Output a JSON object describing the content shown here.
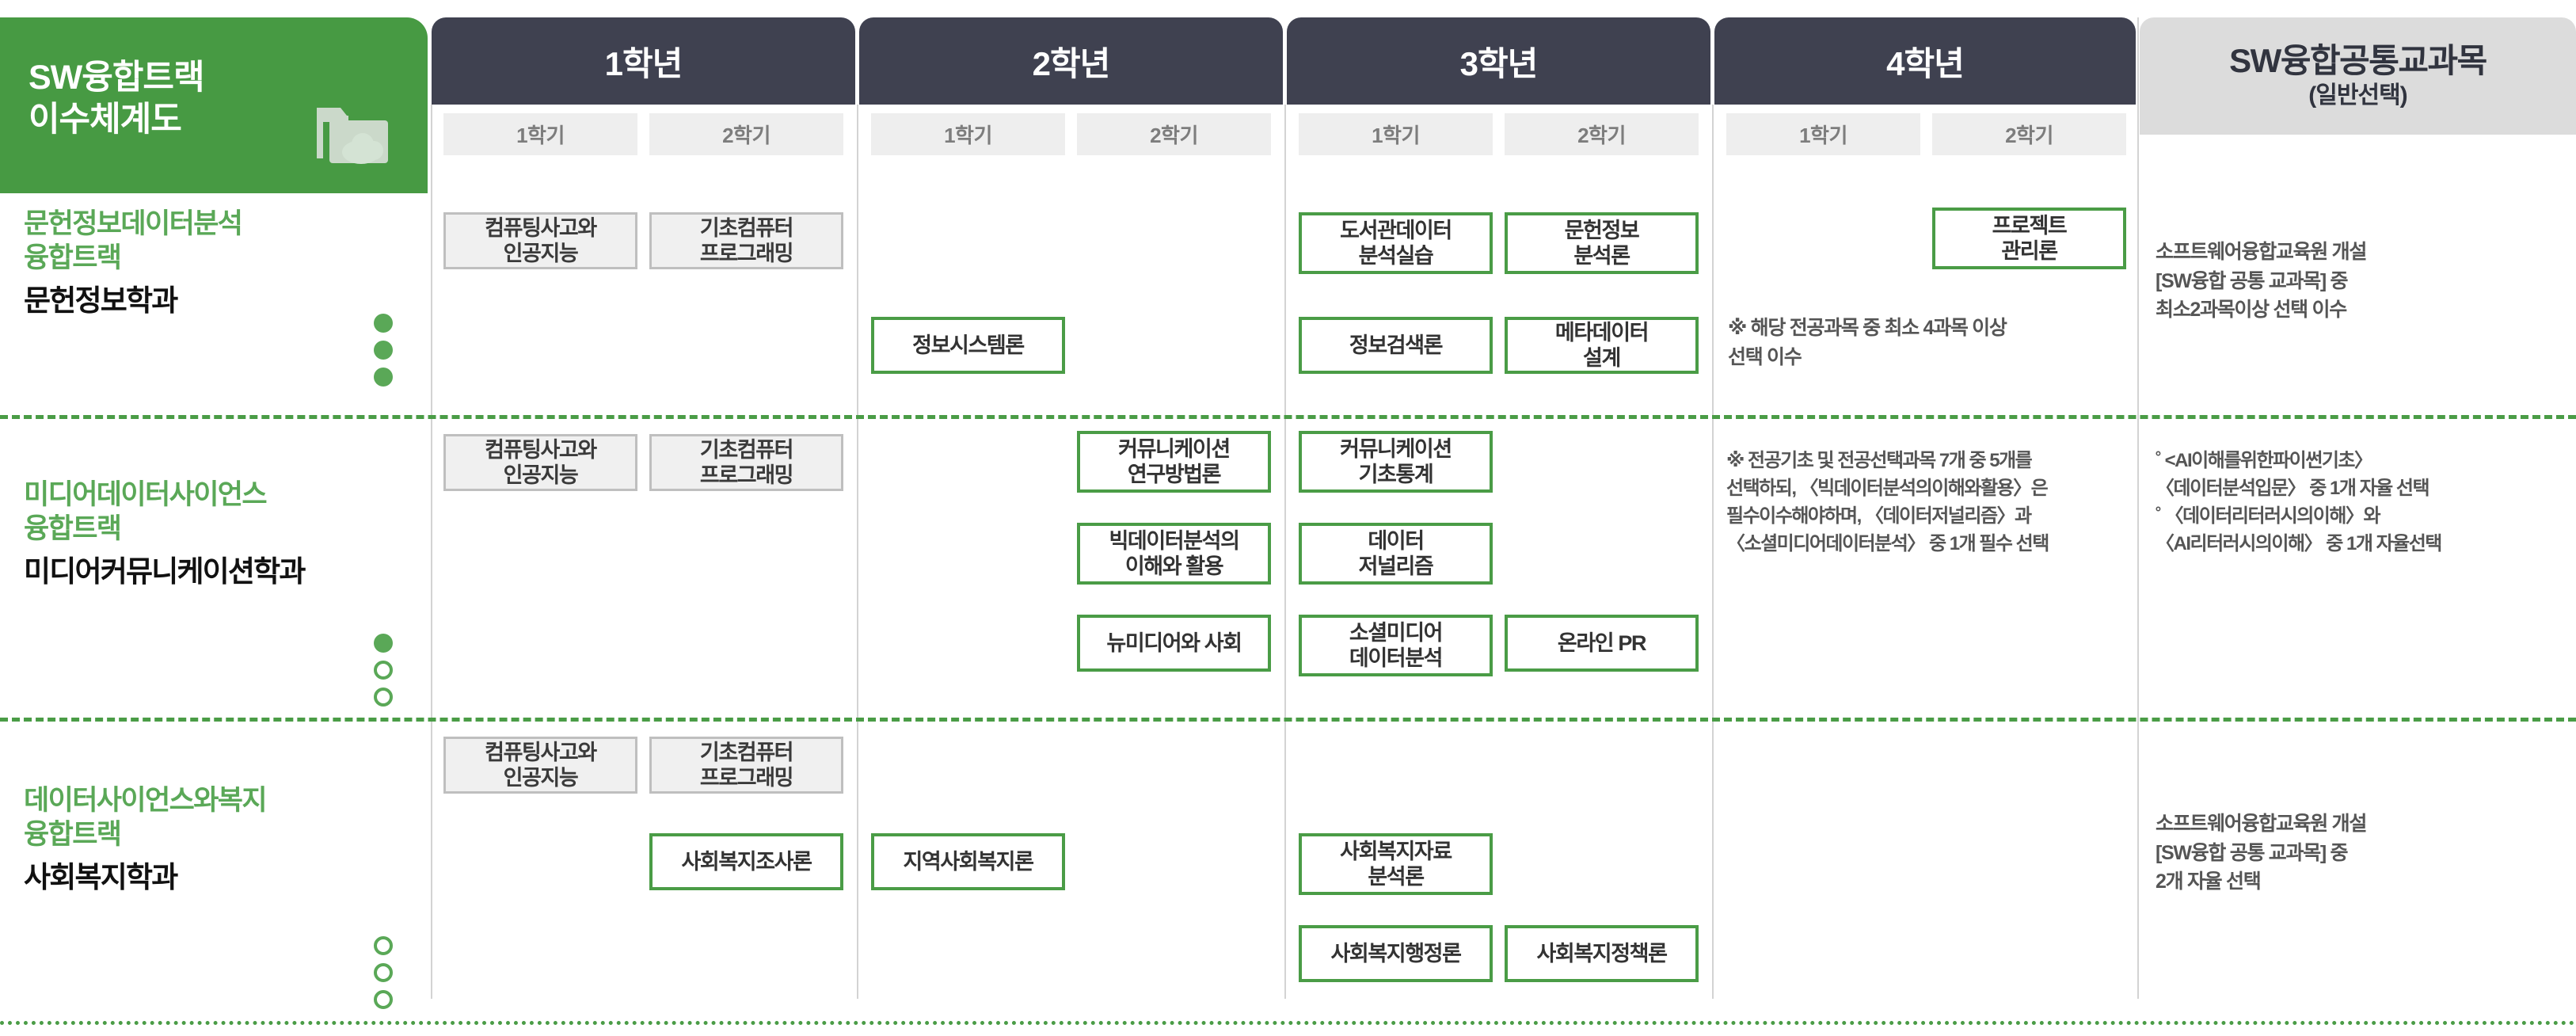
{
  "brand": {
    "title": "SW융합트랙\n이수체계도",
    "icon": "folder-cloud-icon",
    "bg_color": "#479a43"
  },
  "colors": {
    "brand_green": "#479a43",
    "accent_green": "#4a9c46",
    "track_green": "#5aa857",
    "header_dark": "#3f4150",
    "common_gray": "#dcdcdc",
    "semester_pill": "#eeeeee",
    "elective_box": "#f0f0f0"
  },
  "years": [
    {
      "label": "1학년",
      "semesters": [
        "1학기",
        "2학기"
      ]
    },
    {
      "label": "2학년",
      "semesters": [
        "1학기",
        "2학기"
      ]
    },
    {
      "label": "3학년",
      "semesters": [
        "1학기",
        "2학기"
      ]
    },
    {
      "label": "4학년",
      "semesters": [
        "1학기",
        "2학기"
      ]
    }
  ],
  "common_column": {
    "title": "SW융합공통교과목",
    "subtitle": "(일반선택)"
  },
  "tracks": [
    {
      "track_name": "문헌정보데이터분석\n융합트랙",
      "department": "문헌정보학과",
      "dots": [
        "filled",
        "filled",
        "filled"
      ],
      "courses": [
        {
          "label": "컴퓨팅사고와\n인공지능",
          "style": "gray",
          "year": 1,
          "semester": 1
        },
        {
          "label": "기초컴퓨터\n프로그래밍",
          "style": "gray",
          "year": 1,
          "semester": 2
        },
        {
          "label": "정보시스템론",
          "style": "green",
          "year": 2,
          "semester": 1
        },
        {
          "label": "도서관데이터\n분석실습",
          "style": "green",
          "year": 3,
          "semester": 1
        },
        {
          "label": "문헌정보\n분석론",
          "style": "green",
          "year": 3,
          "semester": 2
        },
        {
          "label": "정보검색론",
          "style": "green",
          "year": 3,
          "semester": 1
        },
        {
          "label": "메타데이터\n설계",
          "style": "green",
          "year": 3,
          "semester": 2
        },
        {
          "label": "프로젝트\n관리론",
          "style": "green",
          "year": 4,
          "semester": 2
        }
      ],
      "year4_note": "※ 해당 전공과목 중 최소 4과목 이상\n    선택 이수",
      "common_note": "소프트웨어융합교육원 개설\n[SW융합 공통 교과목] 중\n최소2과목이상 선택 이수"
    },
    {
      "track_name": "미디어데이터사이언스\n융합트랙",
      "department": "미디어커뮤니케이션학과",
      "dots": [
        "filled",
        "hollow",
        "hollow"
      ],
      "courses": [
        {
          "label": "컴퓨팅사고와\n인공지능",
          "style": "gray",
          "year": 1,
          "semester": 1
        },
        {
          "label": "기초컴퓨터\n프로그래밍",
          "style": "gray",
          "year": 1,
          "semester": 2
        },
        {
          "label": "커뮤니케이션\n연구방법론",
          "style": "green",
          "year": 2,
          "semester": 2
        },
        {
          "label": "빅데이터분석의\n이해와 활용",
          "style": "green",
          "year": 2,
          "semester": 2
        },
        {
          "label": "뉴미디어와 사회",
          "style": "green",
          "year": 2,
          "semester": 2
        },
        {
          "label": "커뮤니케이션\n기초통계",
          "style": "green",
          "year": 3,
          "semester": 1
        },
        {
          "label": "데이터\n저널리즘",
          "style": "green",
          "year": 3,
          "semester": 1
        },
        {
          "label": "소셜미디어\n데이터분석",
          "style": "green",
          "year": 3,
          "semester": 1
        },
        {
          "label": "온라인 PR",
          "style": "green",
          "year": 3,
          "semester": 2
        }
      ],
      "year4_note": "※ 전공기초 및 전공선택과목 7개 중 5개를\n선택하되, 〈빅데이터분석의이해와활용〉은\n필수이수해야하며, 〈데이터저널리즘〉과\n〈소셜미디어데이터분석〉 중 1개 필수 선택",
      "common_note": "˚ <AI이해를위한파이썬기초〉\n〈데이터분석입문〉 중 1개 자율 선택\n˚ 〈데이터리터러시의이해〉와\n〈AI리터러시의이해〉 중 1개 자율선택"
    },
    {
      "track_name": "데이터사이언스와복지\n융합트랙",
      "department": "사회복지학과",
      "dots": [
        "hollow",
        "hollow",
        "hollow"
      ],
      "courses": [
        {
          "label": "컴퓨팅사고와\n인공지능",
          "style": "gray",
          "year": 1,
          "semester": 1
        },
        {
          "label": "기초컴퓨터\n프로그래밍",
          "style": "gray",
          "year": 1,
          "semester": 2
        },
        {
          "label": "사회복지조사론",
          "style": "green",
          "year": 1,
          "semester": 2
        },
        {
          "label": "지역사회복지론",
          "style": "green",
          "year": 2,
          "semester": 1
        },
        {
          "label": "사회복지자료\n분석론",
          "style": "green",
          "year": 3,
          "semester": 1
        },
        {
          "label": "사회복지행정론",
          "style": "green",
          "year": 3,
          "semester": 1
        },
        {
          "label": "사회복지정책론",
          "style": "green",
          "year": 3,
          "semester": 2
        }
      ],
      "year4_note": "",
      "common_note": "소프트웨어융합교육원 개설\n[SW융합 공통 교과목] 중\n2개 자율 선택"
    }
  ]
}
